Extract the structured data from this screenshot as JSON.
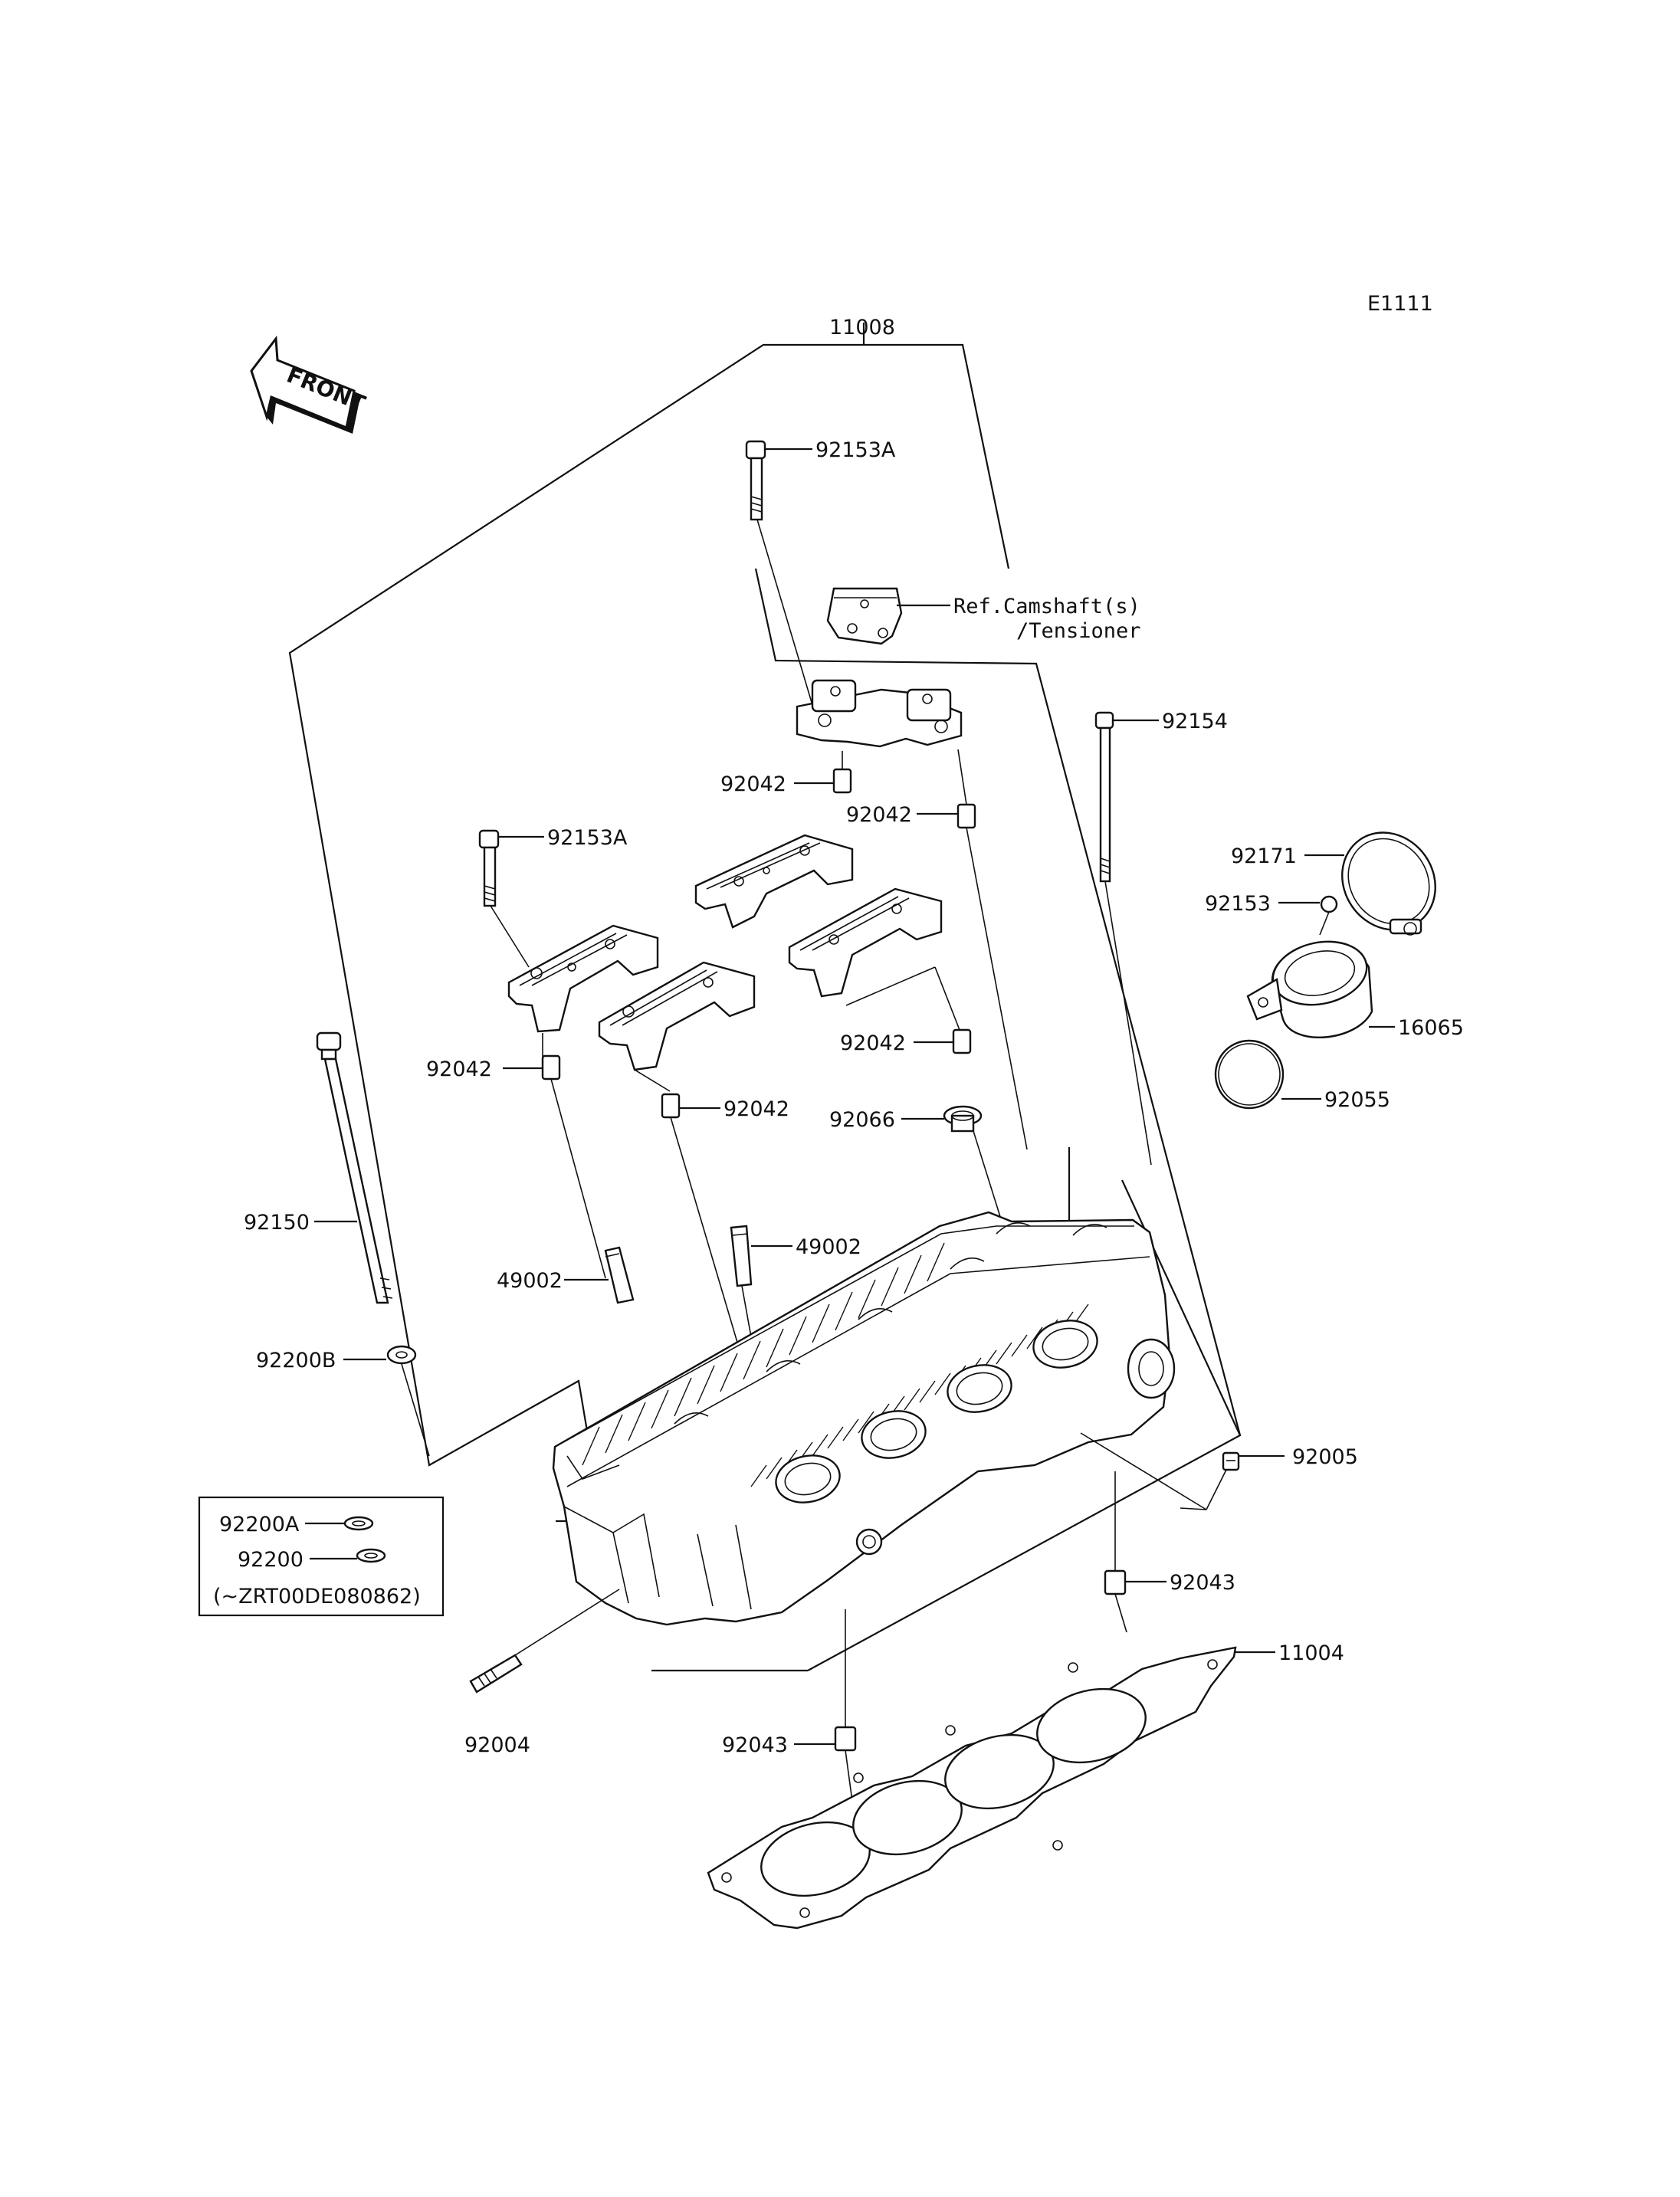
{
  "diagram_code": "E1111",
  "front_label": "FRONT",
  "labels": {
    "p11008": "11008",
    "p92153A_top": "92153A",
    "ref_line1": "Ref.Camshaft(s)",
    "ref_line2": "/Tensioner",
    "p92154": "92154",
    "p92042_a": "92042",
    "p92042_b": "92042",
    "p92153A_left": "92153A",
    "p92171": "92171",
    "p92153": "92153",
    "p16065": "16065",
    "p92042_c": "92042",
    "p92042_d": "92042",
    "p92042_e": "92042",
    "p92055": "92055",
    "p92066": "92066",
    "p92150": "92150",
    "p49002_right": "49002",
    "p49002_left": "49002",
    "p92200B": "92200B",
    "p92005": "92005",
    "p92200A": "92200A",
    "p92200": "92200",
    "serial_note": "(~ZRT00DE080862)",
    "p92043_right": "92043",
    "p11004": "11004",
    "p92004": "92004",
    "p92043_bottom": "92043"
  }
}
